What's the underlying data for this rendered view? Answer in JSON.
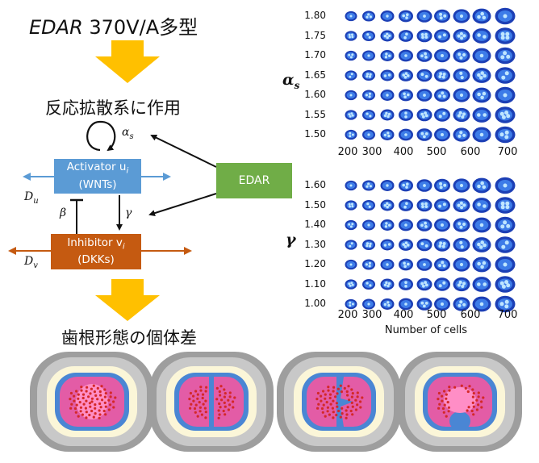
{
  "title": {
    "gene": "EDAR",
    "rest": " 370V/A多型"
  },
  "step1": "反応拡散系に作用",
  "step2": "歯根形態の個体差",
  "diagram": {
    "activator": {
      "line1": "Activator u",
      "sub": "i",
      "line2": "(WNTs)"
    },
    "inhibitor": {
      "line1": "Inhibitor v",
      "sub": "i",
      "line2": "(DKKs)"
    },
    "edar": "EDAR",
    "symbols": {
      "alpha_s": "α",
      "alpha_sub": "s",
      "beta": "β",
      "gamma": "γ",
      "du": "D",
      "du_sub": "u",
      "dv": "D",
      "dv_sub": "v"
    },
    "colors": {
      "activator": "#5b9bd5",
      "inhibitor": "#c55a11",
      "edar": "#70ad47",
      "arrow": "#ffc000"
    }
  },
  "grid_top": {
    "ylabel": "α",
    "ylabel_sub": "s",
    "rows": [
      "1.80",
      "1.75",
      "1.70",
      "1.65",
      "1.60",
      "1.55",
      "1.50"
    ],
    "xticks": [
      "200",
      "300",
      "400",
      "500",
      "600",
      "700"
    ]
  },
  "grid_bottom": {
    "ylabel": "γ",
    "rows": [
      "1.60",
      "1.50",
      "1.40",
      "1.30",
      "1.20",
      "1.10",
      "1.00"
    ],
    "xticks": [
      "200",
      "300",
      "400",
      "500",
      "600",
      "700"
    ],
    "xlabel": "Number of cells"
  }
}
